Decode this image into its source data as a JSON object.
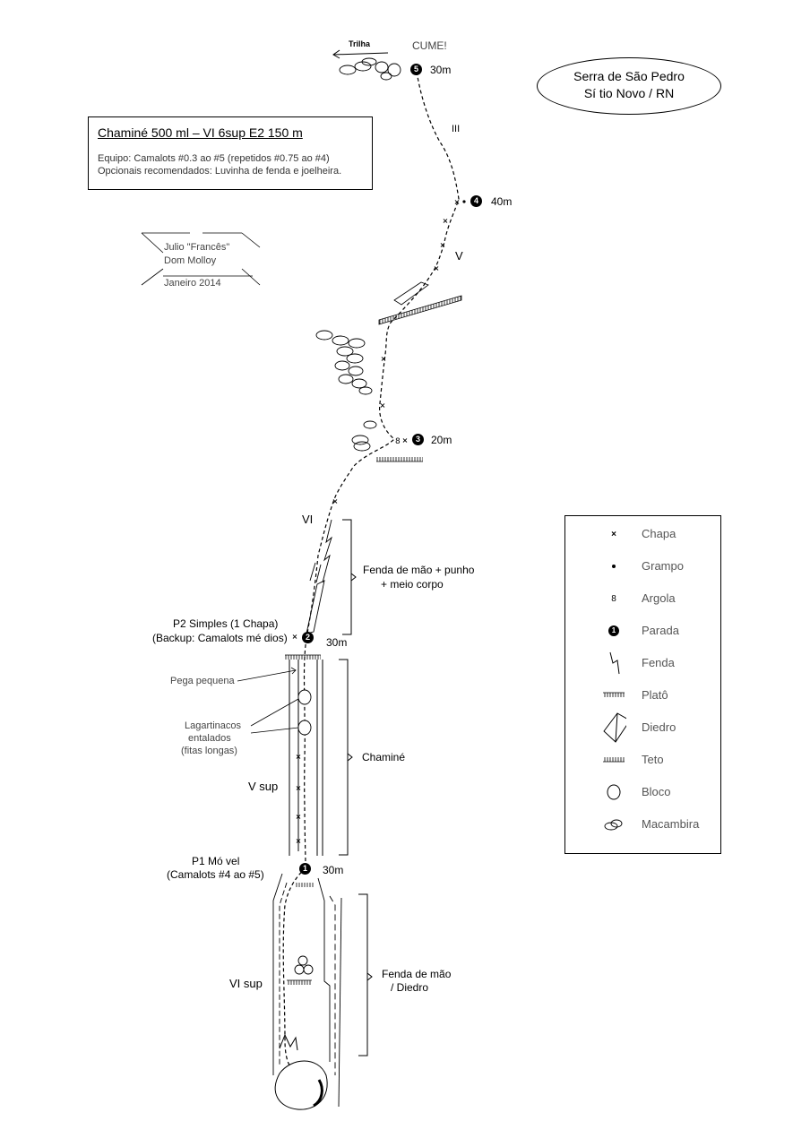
{
  "route": {
    "title": "Chaminé 500 ml – VI 6sup E2 150 m",
    "gear_line1": "Equipo: Camalots #0.3 ao #5 (repetidos #0.75 ao #4)",
    "gear_line2": "Opcionais recomendados: Luvinha de fenda e joelheira."
  },
  "location": {
    "line1": "Serra de São Pedro",
    "line2": "Sí tio Novo / RN"
  },
  "credits": {
    "author1": "Julio \"Francês\"",
    "author2": "Dom Molloy",
    "date": "Janeiro 2014"
  },
  "summit": {
    "label": "CUME!",
    "trail": "Trilha"
  },
  "anchors": [
    {
      "num": "5",
      "length": "30m"
    },
    {
      "num": "4",
      "length": "40m"
    },
    {
      "num": "3",
      "length": "20m"
    },
    {
      "num": "2",
      "length": "30m",
      "label1": "P2 Simples (1 Chapa)",
      "label2": "(Backup: Camalots mé dios)"
    },
    {
      "num": "1",
      "length": "30m",
      "label1": "P1 Mó vel",
      "label2": "(Camalots #4 ao #5)"
    }
  ],
  "grades": {
    "p5": "III",
    "p4": "V",
    "p3": "VI",
    "p2": "V sup",
    "p1": "VI sup"
  },
  "features": {
    "p3_crack_1": "Fenda de mão + punho",
    "p3_crack_2": "+ meio corpo",
    "chimney": "Chaminé",
    "p1_crack_1": "Fenda de mão",
    "p1_crack_2": "/ Diedro",
    "small_hold": "Pega pequena",
    "chockstones_1": "Lagartinacos",
    "chockstones_2": "entalados",
    "chockstones_3": "(fitas longas)"
  },
  "legend": [
    {
      "icon": "chapa-icon",
      "label": "Chapa"
    },
    {
      "icon": "grampo-icon",
      "label": "Grampo"
    },
    {
      "icon": "argola-icon",
      "label": "Argola"
    },
    {
      "icon": "parada-icon",
      "label": "Parada"
    },
    {
      "icon": "fenda-icon",
      "label": "Fenda"
    },
    {
      "icon": "plato-icon",
      "label": "Platô"
    },
    {
      "icon": "diedro-icon",
      "label": "Diedro"
    },
    {
      "icon": "teto-icon",
      "label": "Teto"
    },
    {
      "icon": "bloco-icon",
      "label": "Bloco"
    },
    {
      "icon": "macambira-icon",
      "label": "Macambira"
    }
  ]
}
